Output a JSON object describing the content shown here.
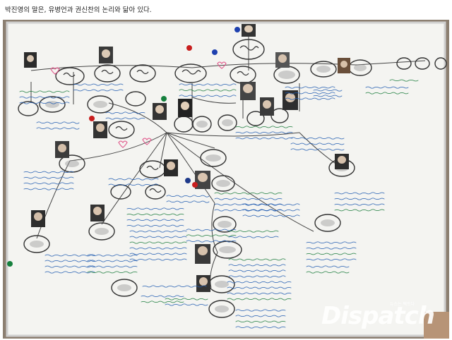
{
  "caption": "박진영의 말은, 유병언과 권신찬의 논리와 닮아 있다.",
  "watermark": {
    "brand": "Dispatch",
    "tagline": "뉴스는 팩트다"
  },
  "colors": {
    "photo_bg": "#8c7f71",
    "whiteboard": "#f3f3f0",
    "marker": "#333333",
    "note_ink": "#1e5bb0",
    "note_ink_green": "#177a3a"
  }
}
